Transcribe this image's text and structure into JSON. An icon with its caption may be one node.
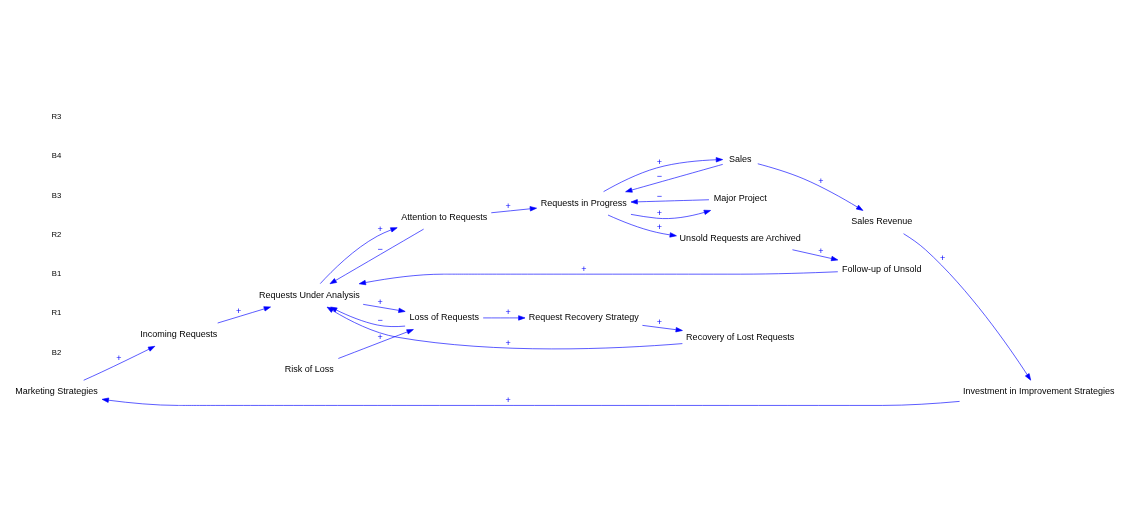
{
  "diagram": {
    "nodes": [
      {
        "text": [
          "Marketing Strategies"
        ]
      },
      {
        "text": [
          "Incoming Requests"
        ]
      },
      {
        "text": [
          "Recovery of Lost Requests"
        ]
      },
      {
        "text": [
          "Request Recovery Strategy"
        ]
      },
      {
        "text": [
          "Requests Under Analysis"
        ]
      },
      {
        "text": [
          "Attention to Requests"
        ]
      },
      {
        "text": [
          "Loss of Requests"
        ]
      },
      {
        "text": [
          "Major Project"
        ]
      },
      {
        "text": [
          "Requests in Progress"
        ]
      },
      {
        "text": [
          "Sales"
        ]
      },
      {
        "text": [
          "Follow-up of Unsold"
        ]
      },
      {
        "text": [
          "Unsold Requests are Archived"
        ]
      },
      {
        "text": [
          "Risk of Loss"
        ]
      },
      {
        "text": [
          "Sales Revenue"
        ]
      },
      {
        "text": [
          "Investment in Improvement Strategies"
        ]
      }
    ],
    "edges": [
      {
        "from": 0,
        "to": 1,
        "arrow": "to",
        "label": "+"
      },
      {
        "from": 1,
        "to": 4,
        "arrow": "to",
        "label": "+"
      },
      {
        "from": 2,
        "to": 4,
        "arrow": "to",
        "label": "+"
      },
      {
        "from": 3,
        "to": 2,
        "arrow": "to",
        "label": "+"
      },
      {
        "from": 6,
        "to": 4,
        "arrow": "to",
        "label": "−"
      },
      {
        "from": 6,
        "to": 3,
        "arrow": "to",
        "label": "+"
      },
      {
        "from": 4,
        "to": 6,
        "arrow": "to",
        "label": "+"
      },
      {
        "from": 4,
        "to": 5,
        "arrow": "to",
        "label": "+"
      },
      {
        "from": 5,
        "to": 4,
        "arrow": "to",
        "label": "−"
      },
      {
        "from": 5,
        "to": 8,
        "arrow": "to",
        "label": "+"
      },
      {
        "from": 8,
        "to": 7,
        "arrow": "to",
        "label": "+"
      },
      {
        "from": 7,
        "to": 8,
        "arrow": "to",
        "label": "−"
      },
      {
        "from": 9,
        "to": 8,
        "arrow": "to",
        "label": "−"
      },
      {
        "from": 8,
        "to": 9,
        "arrow": "to",
        "label": "+"
      },
      {
        "from": 8,
        "to": 11,
        "arrow": "to",
        "label": "+"
      },
      {
        "from": 9,
        "to": 13,
        "arrow": "to",
        "label": "+"
      },
      {
        "from": 11,
        "to": 10,
        "arrow": "to",
        "label": "+"
      },
      {
        "from": 10,
        "to": 4,
        "arrow": "to",
        "label": "+"
      },
      {
        "from": 12,
        "to": 6,
        "arrow": "to",
        "label": "+"
      },
      {
        "from": 13,
        "to": 14,
        "arrow": "to",
        "label": "+"
      },
      {
        "from": 14,
        "to": 0,
        "arrow": "to",
        "label": "+"
      }
    ],
    "labels": [
      "B2",
      "R1",
      "B1",
      "R2",
      "B3",
      "B4",
      "R3"
    ]
  }
}
